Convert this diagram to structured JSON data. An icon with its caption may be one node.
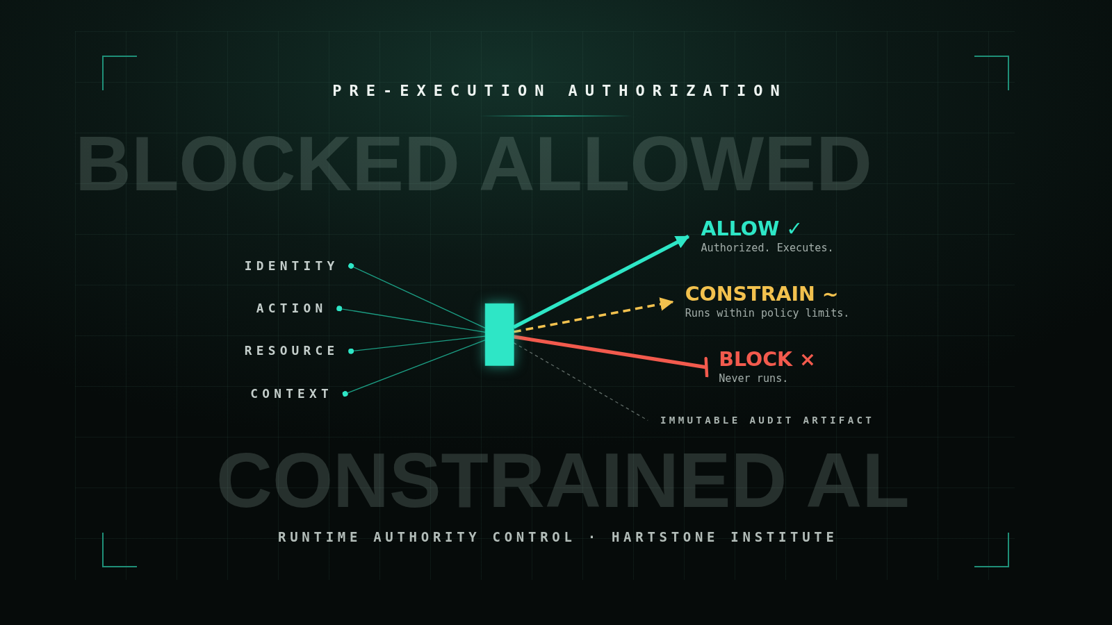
{
  "diagram": {
    "title": "PRE-EXECUTION AUTHORIZATION",
    "caption": "RUNTIME AUTHORITY CONTROL · HARTSTONE INSTITUTE",
    "nodes": [
      {
        "text": [
          "IDENTITY"
        ]
      },
      {
        "text": [
          "ACTION"
        ]
      },
      {
        "text": [
          "RESOURCE"
        ]
      },
      {
        "text": [
          "CONTEXT"
        ]
      },
      {
        "text": [],
        "shape": "box"
      },
      {
        "text": [
          "ALLOW ✓",
          "Authorized. Executes."
        ]
      },
      {
        "text": [
          "CONSTRAIN ~",
          "Runs within policy limits."
        ]
      },
      {
        "text": [
          "BLOCK ×",
          "Never runs."
        ]
      },
      {
        "text": [
          "IMMUTABLE AUDIT ARTIFACT"
        ]
      }
    ],
    "edges": [
      {
        "from": 0,
        "to": 4,
        "arrow": "other"
      },
      {
        "from": 1,
        "to": 4,
        "arrow": "other"
      },
      {
        "from": 2,
        "to": 4,
        "arrow": "other"
      },
      {
        "from": 3,
        "to": 4,
        "arrow": "other"
      },
      {
        "from": 4,
        "to": 5,
        "arrow": "to",
        "style": "thick",
        "color": "#2ee6c6"
      },
      {
        "from": 4,
        "to": 6,
        "arrow": "to",
        "style": "dashed",
        "color": "#f2c14e"
      },
      {
        "from": 4,
        "to": 7,
        "arrow": "other",
        "style": "thick",
        "color": "#f25a4d"
      },
      {
        "from": 4,
        "to": 8,
        "arrow": "none",
        "style": "dashed",
        "color": "#5f6a66"
      }
    ],
    "labels": [
      "BLOCKED ALLOWED",
      "CONSTRAINED AL"
    ]
  }
}
